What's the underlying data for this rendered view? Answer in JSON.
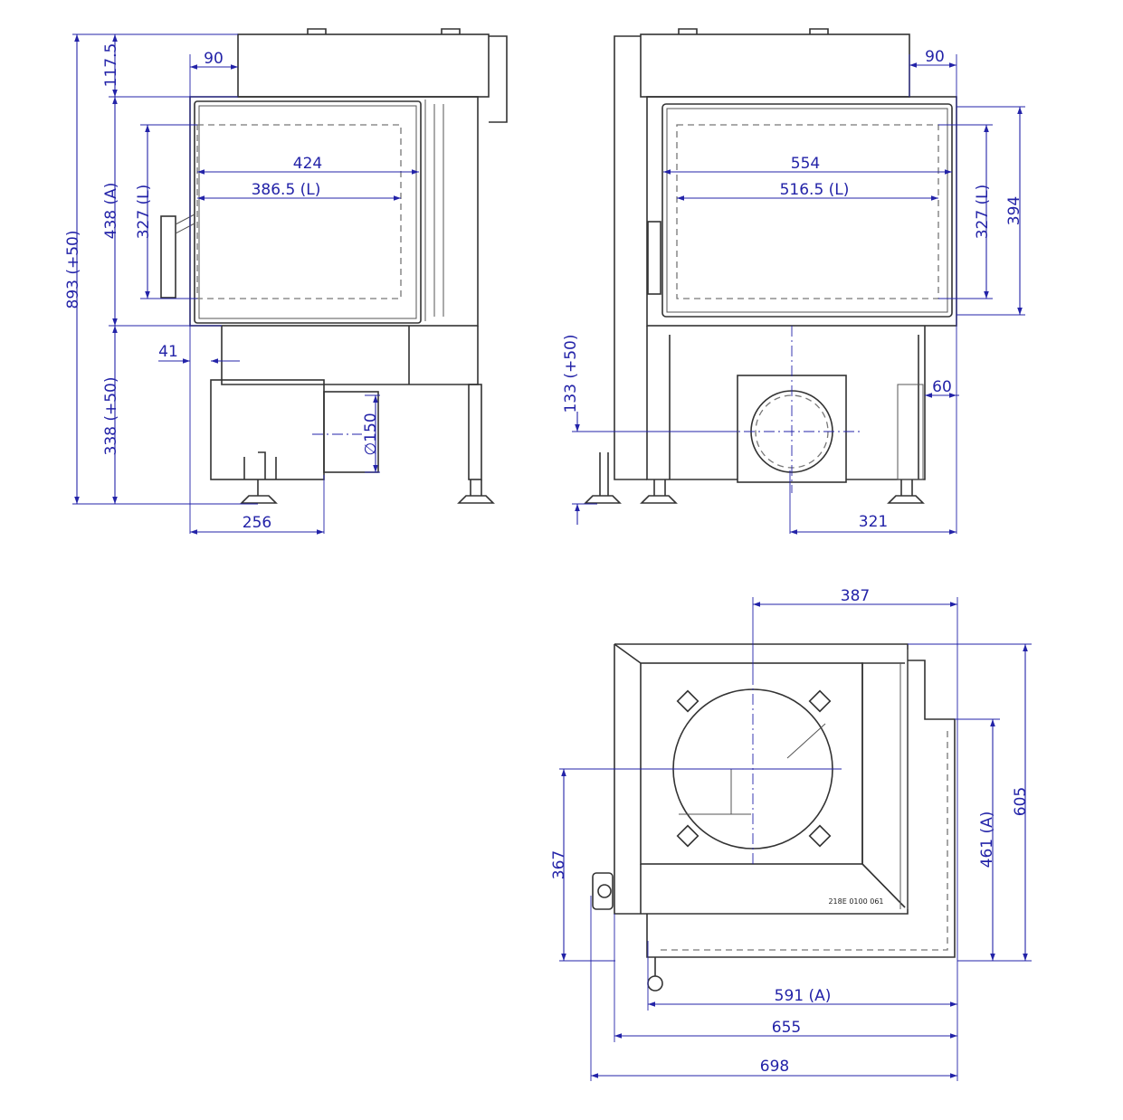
{
  "front_view": {
    "overall_height": "893 (+50)",
    "top_height": "117.5",
    "top_offset": "90",
    "door_height": "438 (A)",
    "glass_height": "327 (L)",
    "door_width": "424",
    "glass_width": "386.5 (L)",
    "offset_41": "41",
    "base_height": "338 (+50)",
    "flue_diameter": "∅150",
    "flue_offset": "256"
  },
  "side_view": {
    "top_offset": "90",
    "door_width": "554",
    "glass_width": "516.5 (L)",
    "glass_height": "327 (L)",
    "door_height": "394",
    "flue_height": "133 (+50)",
    "offset_60": "60",
    "flue_offset": "321"
  },
  "top_view": {
    "flue_x": "387",
    "depth": "605",
    "depth_a": "461 (A)",
    "flue_y": "367",
    "width_a": "591 (A)",
    "width": "655",
    "overall_width": "698",
    "part_number": "218E 0100 061"
  }
}
